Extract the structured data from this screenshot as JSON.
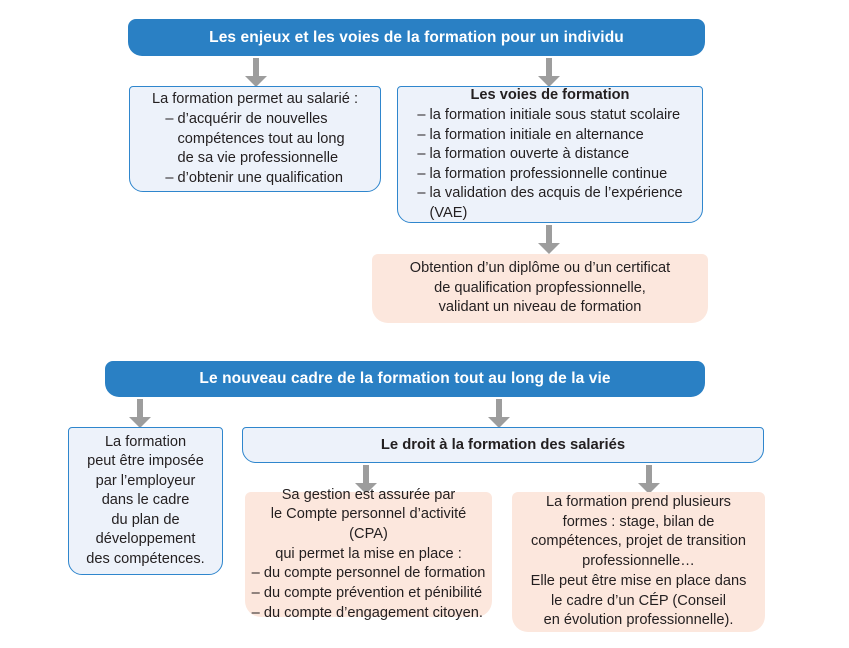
{
  "colors": {
    "header_blue": "#2a80c4",
    "box_border_blue": "#2f86cd",
    "box_fill_blue": "#edf2fa",
    "box_fill_peach": "#fce7dd",
    "arrow_gray": "#9d9d9d",
    "text": "#231f20",
    "background": "#ffffff"
  },
  "section1": {
    "header": "Les enjeux et les voies de la formation pour un individu",
    "left_box": {
      "intro": "La formation permet au salarié :",
      "bullets": [
        "– d’acquérir de nouvelles",
        "   compétences tout au long",
        "   de sa vie professionnelle",
        "– d’obtenir une qualification"
      ]
    },
    "right_box": {
      "title": "Les voies de formation",
      "bullets": [
        "– la formation initiale sous statut scolaire",
        "– la formation initiale en alternance",
        "– la formation ouverte à distance",
        "– la formation professionnelle continue",
        "– la validation des acquis de l’expérience",
        "   (VAE)"
      ]
    },
    "result_box": {
      "lines": [
        "Obtention d’un diplôme ou d’un certificat",
        "de qualification propfessionnelle,",
        "validant un niveau de formation"
      ]
    }
  },
  "section2": {
    "header": "Le nouveau cadre de la formation tout au long de la vie",
    "left_box": {
      "lines": [
        "La formation",
        "peut être imposée",
        "par l’employeur",
        "dans le cadre",
        "du plan de",
        "développement",
        "des compétences."
      ]
    },
    "sub_header": "Le droit à la formation des salariés",
    "box_cpa": {
      "lines": [
        "Sa gestion est assurée par",
        "le Compte personnel d’activité (CPA)",
        "qui permet la mise en place :"
      ],
      "bullets": [
        "– du compte personnel de formation",
        "– du compte prévention et pénibilité",
        "– du compte d’engagement citoyen."
      ]
    },
    "box_formes": {
      "lines": [
        "La formation prend plusieurs",
        "formes : stage, bilan de",
        "compétences, projet de transition",
        "professionnelle…",
        "Elle peut être mise en place dans",
        "le cadre d’un CÉP (Conseil",
        "en évolution professionnelle)."
      ]
    }
  },
  "arrows": [
    {
      "name": "arrow-header1-to-left-box"
    },
    {
      "name": "arrow-header1-to-right-box"
    },
    {
      "name": "arrow-voies-to-result"
    },
    {
      "name": "arrow-header2-to-left-box"
    },
    {
      "name": "arrow-header2-to-subheader"
    },
    {
      "name": "arrow-subheader-to-cpa"
    },
    {
      "name": "arrow-subheader-to-formes"
    }
  ]
}
